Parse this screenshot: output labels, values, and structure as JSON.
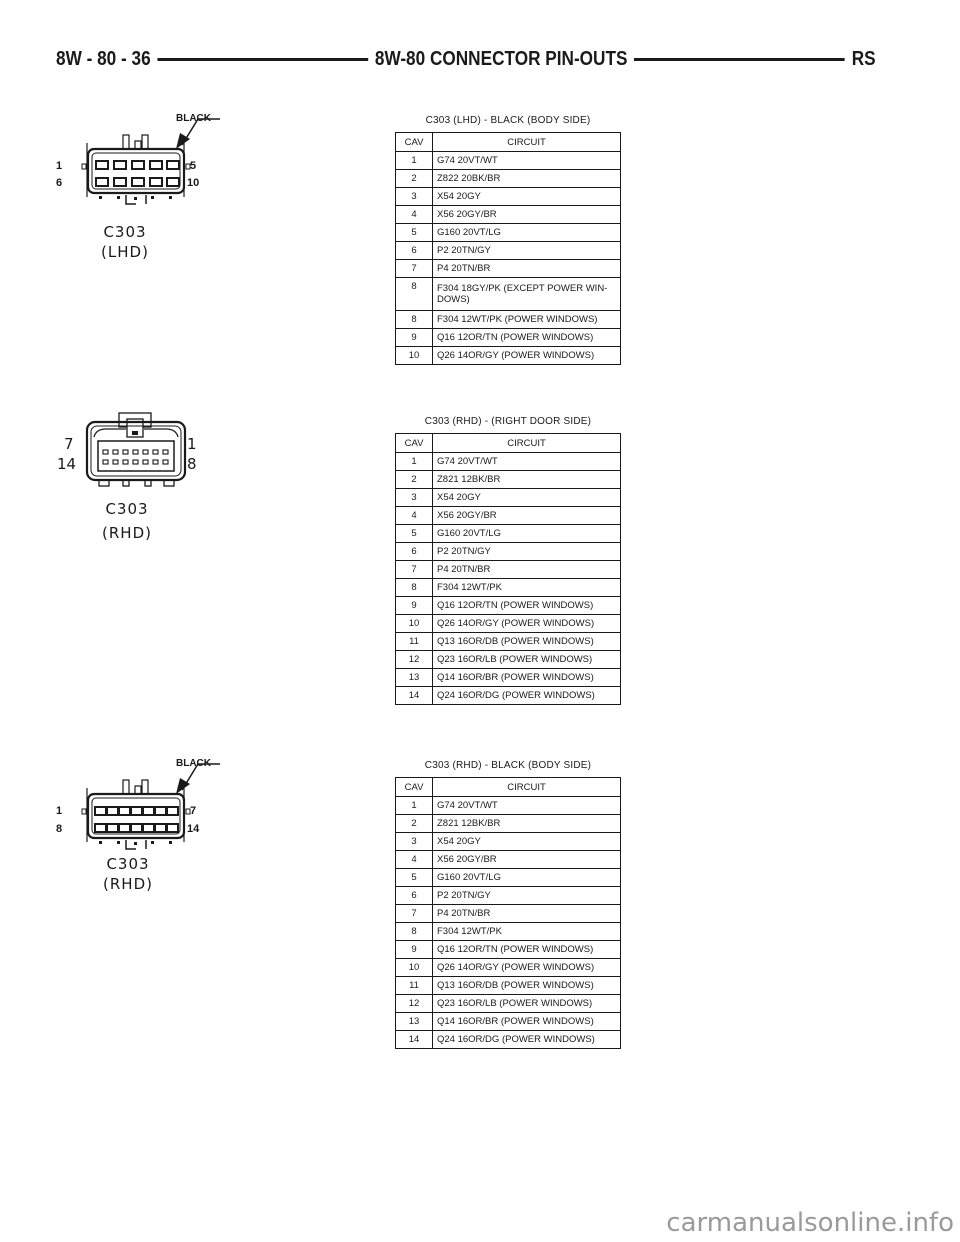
{
  "header": {
    "page_ref": "8W - 80 - 36",
    "title": "8W-80 CONNECTOR PIN-OUTS",
    "model": "RS"
  },
  "connectors": [
    {
      "diagram": {
        "name": "C303",
        "variant": "(LHD)",
        "color_callout": "BLACK",
        "pin_labels": {
          "top_left": "1",
          "top_right": "5",
          "bottom_left": "6",
          "bottom_right": "10"
        }
      },
      "table": {
        "title": "C303 (LHD) - BLACK (BODY SIDE)",
        "columns": [
          "CAV",
          "CIRCUIT"
        ],
        "rows": [
          {
            "cav": "1",
            "circuit": "G74 20VT/WT"
          },
          {
            "cav": "2",
            "circuit": "Z822 20BK/BR"
          },
          {
            "cav": "3",
            "circuit": "X54 20GY"
          },
          {
            "cav": "4",
            "circuit": "X56 20GY/BR"
          },
          {
            "cav": "5",
            "circuit": "G160 20VT/LG"
          },
          {
            "cav": "6",
            "circuit": "P2 20TN/GY"
          },
          {
            "cav": "7",
            "circuit": "P4 20TN/BR"
          },
          {
            "cav": "8",
            "circuit": "F304 18GY/PK (EXCEPT POWER WIN-DOWS)"
          },
          {
            "cav": "8",
            "circuit": "F304 12WT/PK (POWER WINDOWS)"
          },
          {
            "cav": "9",
            "circuit": "Q16 12OR/TN (POWER WINDOWS)"
          },
          {
            "cav": "10",
            "circuit": "Q26 14OR/GY (POWER WINDOWS)"
          }
        ]
      }
    },
    {
      "diagram": {
        "name": "C303",
        "variant": "(RHD)",
        "pin_labels": {
          "top_left": "7",
          "top_right": "1",
          "bottom_left": "14",
          "bottom_right": "8"
        }
      },
      "table": {
        "title": "C303 (RHD) - (RIGHT DOOR SIDE)",
        "columns": [
          "CAV",
          "CIRCUIT"
        ],
        "rows": [
          {
            "cav": "1",
            "circuit": "G74 20VT/WT"
          },
          {
            "cav": "2",
            "circuit": "Z821 12BK/BR"
          },
          {
            "cav": "3",
            "circuit": "X54 20GY"
          },
          {
            "cav": "4",
            "circuit": "X56 20GY/BR"
          },
          {
            "cav": "5",
            "circuit": "G160 20VT/LG"
          },
          {
            "cav": "6",
            "circuit": "P2 20TN/GY"
          },
          {
            "cav": "7",
            "circuit": "P4 20TN/BR"
          },
          {
            "cav": "8",
            "circuit": "F304 12WT/PK"
          },
          {
            "cav": "9",
            "circuit": "Q16 12OR/TN (POWER WINDOWS)"
          },
          {
            "cav": "10",
            "circuit": "Q26 14OR/GY (POWER WINDOWS)"
          },
          {
            "cav": "11",
            "circuit": "Q13 16OR/DB (POWER WINDOWS)"
          },
          {
            "cav": "12",
            "circuit": "Q23 16OR/LB (POWER WINDOWS)"
          },
          {
            "cav": "13",
            "circuit": "Q14 16OR/BR (POWER WINDOWS)"
          },
          {
            "cav": "14",
            "circuit": "Q24 16OR/DG (POWER WINDOWS)"
          }
        ]
      }
    },
    {
      "diagram": {
        "name": "C303",
        "variant": "(RHD)",
        "color_callout": "BLACK",
        "pin_labels": {
          "top_left": "1",
          "top_right": "7",
          "bottom_left": "8",
          "bottom_right": "14"
        }
      },
      "table": {
        "title": "C303 (RHD) - BLACK (BODY SIDE)",
        "columns": [
          "CAV",
          "CIRCUIT"
        ],
        "rows": [
          {
            "cav": "1",
            "circuit": "G74 20VT/WT"
          },
          {
            "cav": "2",
            "circuit": "Z821 12BK/BR"
          },
          {
            "cav": "3",
            "circuit": "X54 20GY"
          },
          {
            "cav": "4",
            "circuit": "X56 20GY/BR"
          },
          {
            "cav": "5",
            "circuit": "G160 20VT/LG"
          },
          {
            "cav": "6",
            "circuit": "P2 20TN/GY"
          },
          {
            "cav": "7",
            "circuit": "P4 20TN/BR"
          },
          {
            "cav": "8",
            "circuit": "F304 12WT/PK"
          },
          {
            "cav": "9",
            "circuit": "Q16 12OR/TN (POWER WINDOWS)"
          },
          {
            "cav": "10",
            "circuit": "Q26 14OR/GY (POWER WINDOWS)"
          },
          {
            "cav": "11",
            "circuit": "Q13 16OR/DB (POWER WINDOWS)"
          },
          {
            "cav": "12",
            "circuit": "Q23 16OR/LB (POWER WINDOWS)"
          },
          {
            "cav": "13",
            "circuit": "Q14 16OR/BR (POWER WINDOWS)"
          },
          {
            "cav": "14",
            "circuit": "Q24 16OR/DG (POWER WINDOWS)"
          }
        ]
      }
    }
  ],
  "watermark": "carmanualsonline.info"
}
